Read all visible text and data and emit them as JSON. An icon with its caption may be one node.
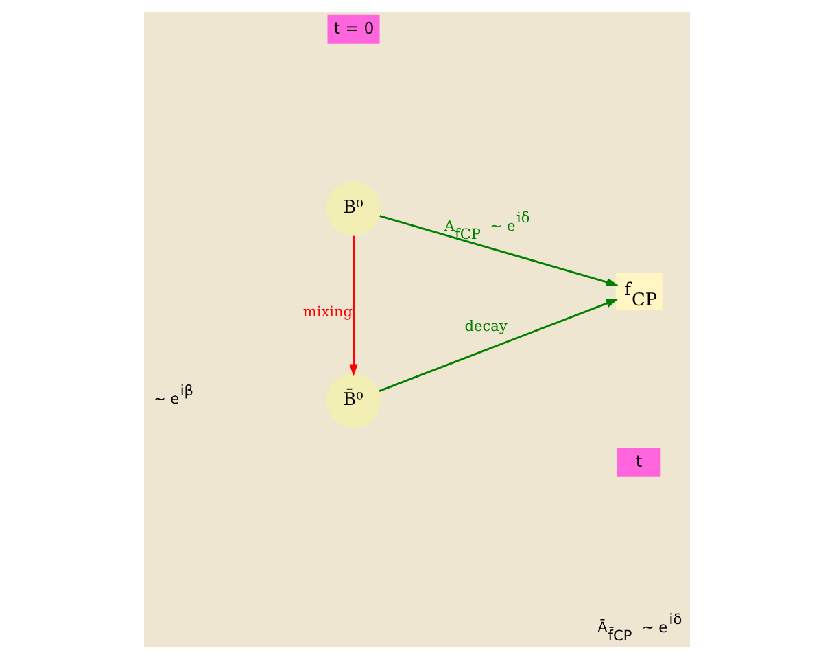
{
  "diagram": {
    "nodes": [
      {
        "text": [
          "B⁰"
        ]
      },
      {
        "text": [
          "f$_{CP}$"
        ]
      },
      {
        "text": [
          "B̄⁰"
        ]
      }
    ],
    "edges": [
      {
        "from": 0,
        "to": 1,
        "arrow": "to",
        "label": "A$_{fCP}$ ~ e$^{iδ}$",
        "color": "#008000"
      },
      {
        "from": 0,
        "to": 2,
        "arrow": "to",
        "label": "mixing",
        "color": "#ff0000"
      },
      {
        "from": 2,
        "to": 1,
        "arrow": "to",
        "label": "decay",
        "color": "#008000"
      }
    ],
    "labels": [
      "t = 0",
      "~ e$^{iβ}$",
      "Ā$_{f̄CP}$ ~ e$^{iδ}$",
      "t"
    ]
  }
}
